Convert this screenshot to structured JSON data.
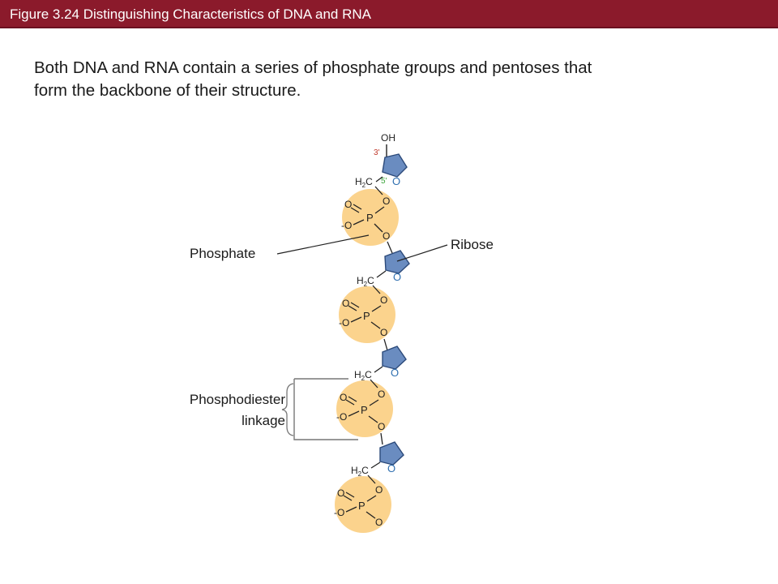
{
  "header": {
    "title": "Figure 3.24 Distinguishing Characteristics of DNA and RNA",
    "bg_color": "#8b1a2b"
  },
  "body": {
    "line1": "Both DNA and RNA contain a series of phosphate groups and pentoses that",
    "line2": "form the backbone of their structure."
  },
  "labels": {
    "phosphate": "Phosphate",
    "ribose": "Ribose",
    "phosphodiester_line1": "Phosphodiester",
    "phosphodiester_line2": "linkage"
  },
  "chem": {
    "oh": "OH",
    "three_prime": "3'",
    "five_prime": "5'",
    "h2c_h": "H",
    "h2c_sub": "2",
    "h2c_c": "C",
    "ring_o": "O",
    "p": "P",
    "o": "O",
    "o_minus": "-O"
  },
  "colors": {
    "phosphate_fill": "#fbd38d",
    "sugar_fill": "#6a8cc0",
    "sugar_stroke": "#2c4a7a",
    "ring_o_color": "#2f6fb0",
    "three_prime_color": "#c0392b",
    "five_prime_color": "#3aa53a"
  }
}
